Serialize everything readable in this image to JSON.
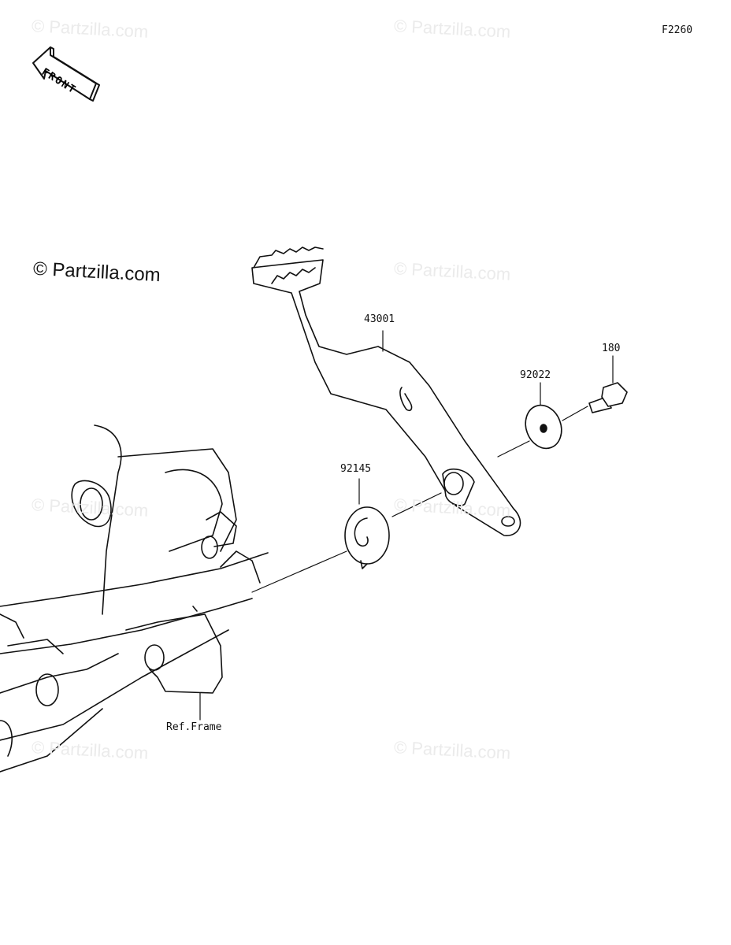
{
  "figure_code": "F2260",
  "front_label": "FRONT",
  "watermark": "© Partzilla.com",
  "parts": [
    {
      "number": "43001"
    },
    {
      "number": "92022"
    },
    {
      "number": "180"
    },
    {
      "number": "92145"
    }
  ],
  "ref_label": "Ref.Frame"
}
